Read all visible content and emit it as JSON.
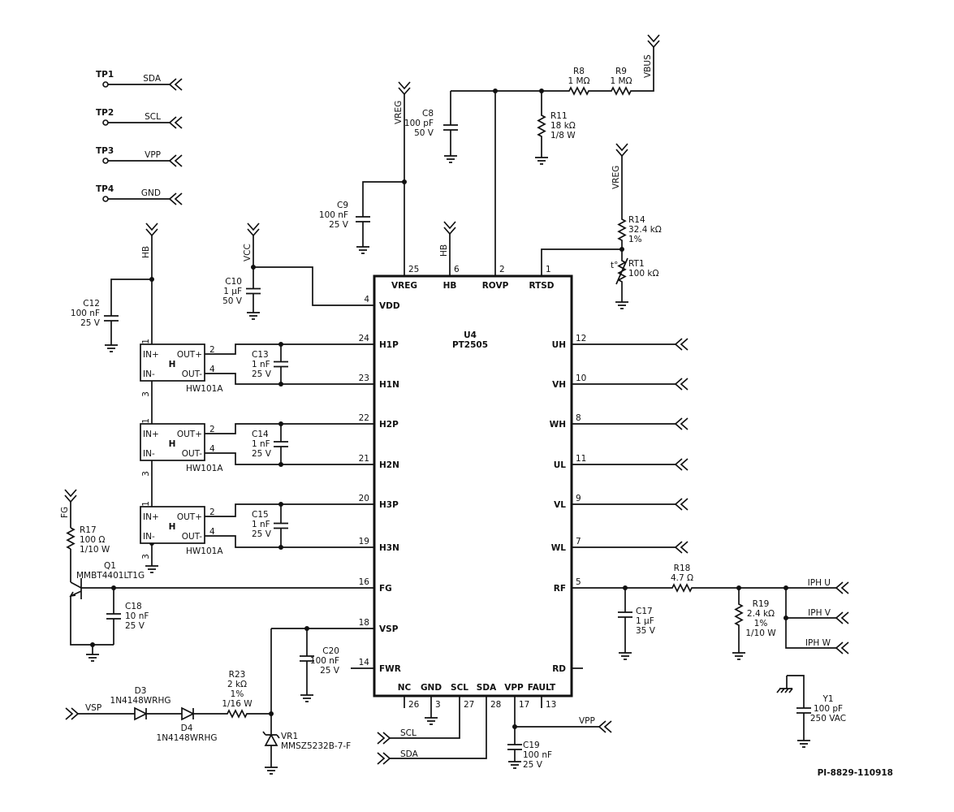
{
  "drawing_id": "PI-8829-110918",
  "test_points": [
    {
      "id": "TP1",
      "net": "SDA"
    },
    {
      "id": "TP2",
      "net": "SCL"
    },
    {
      "id": "TP3",
      "net": "VPP"
    },
    {
      "id": "TP4",
      "net": "GND"
    }
  ],
  "u4": {
    "ref": "U4",
    "part": "PT2505",
    "top_pins": [
      {
        "name": "VREG",
        "num": "25"
      },
      {
        "name": "HB",
        "num": "6"
      },
      {
        "name": "ROVP",
        "num": "2"
      },
      {
        "name": "RTSD",
        "num": "1"
      }
    ],
    "left_pins": [
      {
        "name": "VDD",
        "num": "4"
      },
      {
        "name": "H1P",
        "num": "24"
      },
      {
        "name": "H1N",
        "num": "23"
      },
      {
        "name": "H2P",
        "num": "22"
      },
      {
        "name": "H2N",
        "num": "21"
      },
      {
        "name": "H3P",
        "num": "20"
      },
      {
        "name": "H3N",
        "num": "19"
      },
      {
        "name": "FG",
        "num": "16"
      },
      {
        "name": "VSP",
        "num": "18"
      },
      {
        "name": "FWR",
        "num": "14"
      }
    ],
    "right_pins": [
      {
        "name": "UH",
        "num": "12"
      },
      {
        "name": "VH",
        "num": "10"
      },
      {
        "name": "WH",
        "num": "8"
      },
      {
        "name": "UL",
        "num": "11"
      },
      {
        "name": "VL",
        "num": "9"
      },
      {
        "name": "WL",
        "num": "7"
      },
      {
        "name": "RF",
        "num": "5"
      },
      {
        "name": "RD",
        "num": ""
      }
    ],
    "bottom_pins": [
      {
        "name": "NC",
        "num": "26"
      },
      {
        "name": "GND",
        "num": "3"
      },
      {
        "name": "SCL",
        "num": "27"
      },
      {
        "name": "SDA",
        "num": "28"
      },
      {
        "name": "VPP",
        "num": "17"
      },
      {
        "name": "FAULT",
        "num": "13"
      }
    ]
  },
  "hall_sensors": [
    {
      "symbol": "H",
      "part": "HW101A",
      "in_pos": "IN+",
      "in_neg": "IN-",
      "out_pos": "OUT+",
      "out_neg": "OUT-",
      "p1": "1",
      "p2": "2",
      "p3": "3",
      "p4": "4"
    },
    {
      "symbol": "H",
      "part": "HW101A",
      "in_pos": "IN+",
      "in_neg": "IN-",
      "out_pos": "OUT+",
      "out_neg": "OUT-",
      "p1": "1",
      "p2": "2",
      "p3": "3",
      "p4": "4"
    },
    {
      "symbol": "H",
      "part": "HW101A",
      "in_pos": "IN+",
      "in_neg": "IN-",
      "out_pos": "OUT+",
      "out_neg": "OUT-",
      "p1": "1",
      "p2": "2",
      "p3": "3",
      "p4": "4"
    }
  ],
  "components": {
    "C8": [
      "C8",
      "100 pF",
      "50 V"
    ],
    "C9": [
      "C9",
      "100 nF",
      "25 V"
    ],
    "C10": [
      "C10",
      "1 µF",
      "50 V"
    ],
    "C12": [
      "C12",
      "100 nF",
      "25 V"
    ],
    "C13": [
      "C13",
      "1 nF",
      "25 V"
    ],
    "C14": [
      "C14",
      "1 nF",
      "25 V"
    ],
    "C15": [
      "C15",
      "1 nF",
      "25 V"
    ],
    "C17": [
      "C17",
      "1 µF",
      "35 V"
    ],
    "C18": [
      "C18",
      "10 nF",
      "25 V"
    ],
    "C19": [
      "C19",
      "100 nF",
      "25 V"
    ],
    "C20": [
      "C20",
      "100 nF",
      "25 V"
    ],
    "R8": [
      "R8",
      "1 MΩ"
    ],
    "R9": [
      "R9",
      "1 MΩ"
    ],
    "R11": [
      "R11",
      "18 kΩ",
      "1/8 W"
    ],
    "R14": [
      "R14",
      "32.4 kΩ",
      "1%"
    ],
    "RT1": [
      "RT1",
      "100 kΩ"
    ],
    "R17": [
      "R17",
      "100 Ω",
      "1/10 W"
    ],
    "R18": [
      "R18",
      "4.7 Ω"
    ],
    "R19": [
      "R19",
      "2.4 kΩ",
      "1%",
      "1/10 W"
    ],
    "R23": [
      "R23",
      "2 kΩ",
      "1%",
      "1/16 W"
    ],
    "Q1": [
      "Q1",
      "MMBT4401LT1G"
    ],
    "D3": [
      "D3",
      "1N4148WRHG"
    ],
    "D4": [
      "D4",
      "1N4148WRHG"
    ],
    "VR1": [
      "VR1",
      "MMSZ5232B-7-F"
    ],
    "Y1": [
      "Y1",
      "100 pF",
      "250 VAC"
    ]
  },
  "thermistor_mark": "t°",
  "nets": {
    "vreg": "VREG",
    "vbus": "VBUS",
    "vcc": "VCC",
    "hb": "HB",
    "fg": "FG",
    "vsp": "VSP",
    "scl": "SCL",
    "sda": "SDA",
    "vpp": "VPP",
    "iph_u": "IPH U",
    "iph_v": "IPH V",
    "iph_w": "IPH W"
  }
}
